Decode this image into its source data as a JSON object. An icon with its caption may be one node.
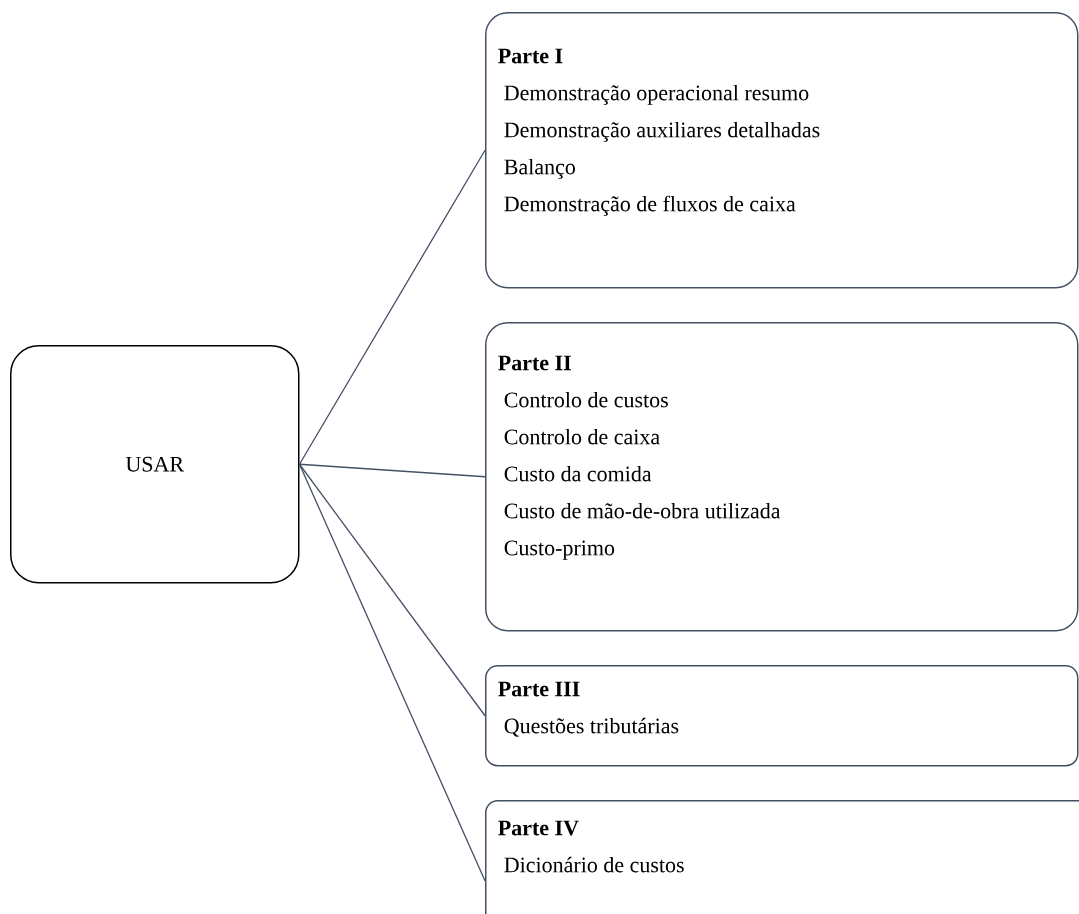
{
  "diagram": {
    "nodes": [
      {
        "text": [
          "USAR"
        ]
      },
      {
        "text": [
          "Parte I",
          "Demonstração operacional resumo",
          "Demonstração auxiliares detalhadas",
          "Balanço",
          "Demonstração de fluxos de caixa"
        ]
      },
      {
        "text": [
          "Parte II",
          "Controlo de custos",
          "Controlo de caixa",
          "Custo da comida",
          "Custo de mão-de-obra utilizada",
          "Custo-primo"
        ]
      },
      {
        "text": [
          "Parte III",
          "Questões tributárias"
        ]
      },
      {
        "text": [
          "Parte IV",
          "Dicionário de custos"
        ]
      }
    ],
    "edges": [
      {
        "from": 0,
        "to": 1,
        "arrow": "none"
      },
      {
        "from": 0,
        "to": 2,
        "arrow": "none"
      },
      {
        "from": 0,
        "to": 3,
        "arrow": "none"
      },
      {
        "from": 0,
        "to": 4,
        "arrow": "none"
      }
    ]
  }
}
